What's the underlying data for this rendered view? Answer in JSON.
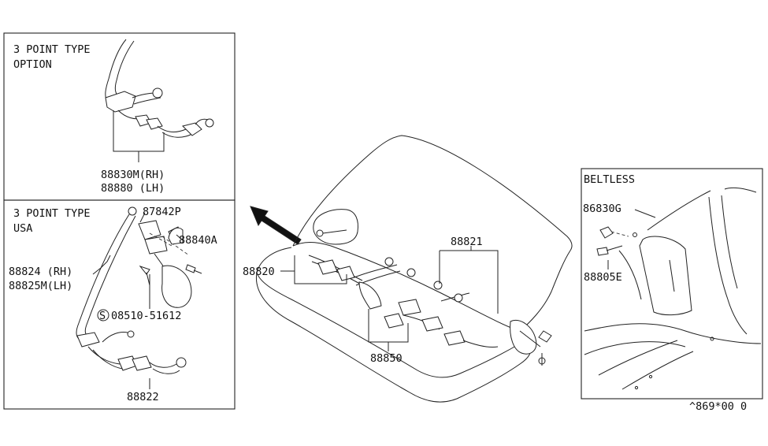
{
  "panels": {
    "option": {
      "title_line1": "3 POINT TYPE",
      "title_line2": "OPTION",
      "part_rh": "88830M(RH)",
      "part_lh": "88880 (LH)"
    },
    "usa": {
      "title_line1": "3 POINT TYPE",
      "title_line2": "USA",
      "part_87842p": "87842P",
      "part_88840a": "88840A",
      "part_88824_rh": "88824 (RH)",
      "part_88825m_lh": "88825M(LH)",
      "screw_symbol": "S",
      "screw_part": "08510-51612",
      "part_88822": "88822"
    },
    "beltless": {
      "title": "BELTLESS",
      "part_86830g": "86830G",
      "part_88805e": "88805E"
    }
  },
  "main": {
    "part_88820": "88820",
    "part_88821": "88821",
    "part_88850": "88850"
  },
  "footer": {
    "diagram_code": "^869*00 0"
  }
}
